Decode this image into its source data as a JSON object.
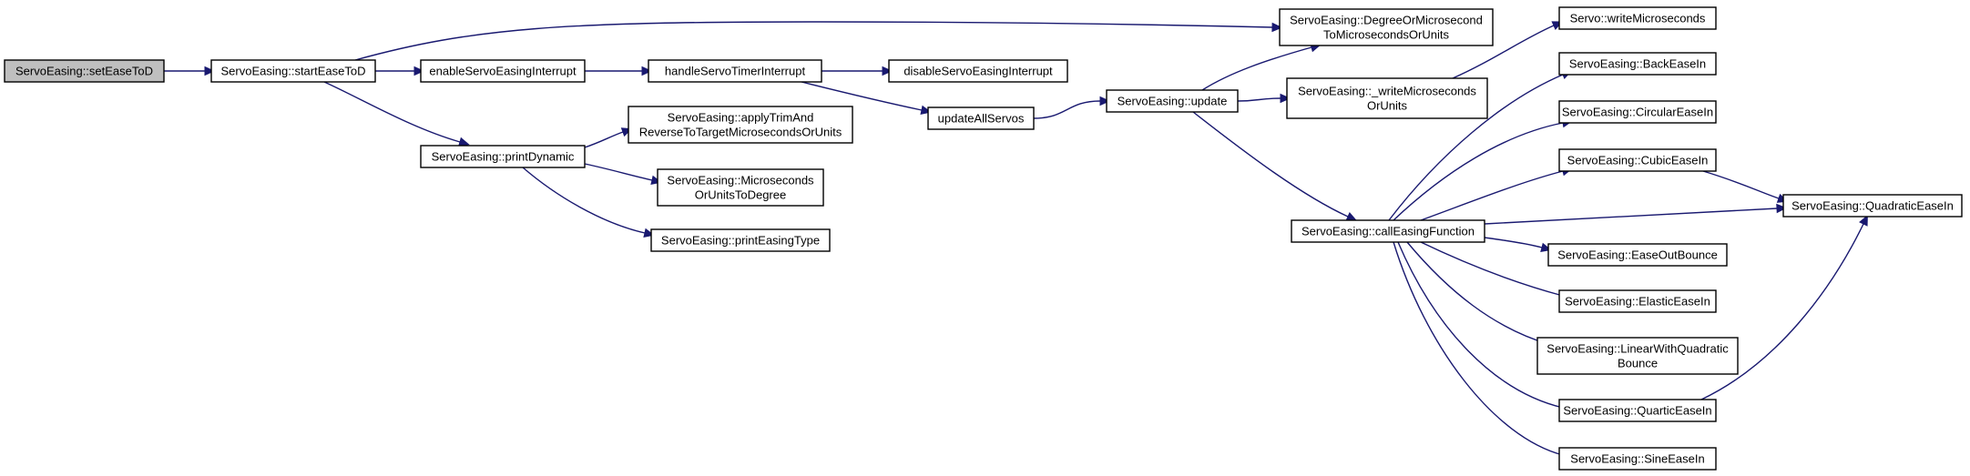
{
  "colors": {
    "edge": "#191970",
    "node_fill": "#ffffff",
    "root_fill": "#bfbfbf",
    "node_border": "#000000"
  },
  "nodes": {
    "setEaseToD": {
      "lines": [
        "ServoEasing::setEaseToD"
      ],
      "root": true
    },
    "startEaseToD": {
      "lines": [
        "ServoEasing::startEaseToD"
      ]
    },
    "enableServoEasingInterrupt": {
      "lines": [
        "enableServoEasingInterrupt"
      ]
    },
    "handleServoTimerInterrupt": {
      "lines": [
        "handleServoTimerInterrupt"
      ]
    },
    "disableServoEasingInterrupt": {
      "lines": [
        "disableServoEasingInterrupt"
      ]
    },
    "updateAllServos": {
      "lines": [
        "updateAllServos"
      ]
    },
    "update": {
      "lines": [
        "ServoEasing::update"
      ]
    },
    "printDynamic": {
      "lines": [
        "ServoEasing::printDynamic"
      ]
    },
    "applyTrimAndReverse": {
      "lines": [
        "ServoEasing::applyTrimAnd",
        "ReverseToTargetMicrosecondsOrUnits"
      ]
    },
    "microsecondsOrUnitsToDegree": {
      "lines": [
        "ServoEasing::Microseconds",
        "OrUnitsToDegree"
      ]
    },
    "printEasingType": {
      "lines": [
        "ServoEasing::printEasingType"
      ]
    },
    "degreeOrMicrosecond": {
      "lines": [
        "ServoEasing::DegreeOrMicrosecond",
        "ToMicrosecondsOrUnits"
      ]
    },
    "writeMicrosecondsOrUnits": {
      "lines": [
        "ServoEasing::_writeMicroseconds",
        "OrUnits"
      ]
    },
    "callEasingFunction": {
      "lines": [
        "ServoEasing::callEasingFunction"
      ]
    },
    "servoWriteMicroseconds": {
      "lines": [
        "Servo::writeMicroseconds"
      ]
    },
    "backEaseIn": {
      "lines": [
        "ServoEasing::BackEaseIn"
      ]
    },
    "circularEaseIn": {
      "lines": [
        "ServoEasing::CircularEaseIn"
      ]
    },
    "cubicEaseIn": {
      "lines": [
        "ServoEasing::CubicEaseIn"
      ]
    },
    "quadraticEaseIn": {
      "lines": [
        "ServoEasing::QuadraticEaseIn"
      ]
    },
    "easeOutBounce": {
      "lines": [
        "ServoEasing::EaseOutBounce"
      ]
    },
    "elasticEaseIn": {
      "lines": [
        "ServoEasing::ElasticEaseIn"
      ]
    },
    "linearWithQuadraticBounce": {
      "lines": [
        "ServoEasing::LinearWithQuadratic",
        "Bounce"
      ]
    },
    "quarticEaseIn": {
      "lines": [
        "ServoEasing::QuarticEaseIn"
      ]
    },
    "sineEaseIn": {
      "lines": [
        "ServoEasing::SineEaseIn"
      ]
    }
  },
  "edges": [
    [
      "setEaseToD",
      "startEaseToD"
    ],
    [
      "startEaseToD",
      "degreeOrMicrosecond"
    ],
    [
      "startEaseToD",
      "enableServoEasingInterrupt"
    ],
    [
      "startEaseToD",
      "printDynamic"
    ],
    [
      "enableServoEasingInterrupt",
      "handleServoTimerInterrupt"
    ],
    [
      "handleServoTimerInterrupt",
      "disableServoEasingInterrupt"
    ],
    [
      "handleServoTimerInterrupt",
      "updateAllServos"
    ],
    [
      "updateAllServos",
      "update"
    ],
    [
      "update",
      "degreeOrMicrosecond"
    ],
    [
      "update",
      "writeMicrosecondsOrUnits"
    ],
    [
      "update",
      "callEasingFunction"
    ],
    [
      "writeMicrosecondsOrUnits",
      "servoWriteMicroseconds"
    ],
    [
      "printDynamic",
      "applyTrimAndReverse"
    ],
    [
      "printDynamic",
      "microsecondsOrUnitsToDegree"
    ],
    [
      "printDynamic",
      "printEasingType"
    ],
    [
      "callEasingFunction",
      "backEaseIn"
    ],
    [
      "callEasingFunction",
      "circularEaseIn"
    ],
    [
      "callEasingFunction",
      "cubicEaseIn"
    ],
    [
      "callEasingFunction",
      "quadraticEaseIn"
    ],
    [
      "callEasingFunction",
      "easeOutBounce"
    ],
    [
      "callEasingFunction",
      "elasticEaseIn"
    ],
    [
      "callEasingFunction",
      "linearWithQuadraticBounce"
    ],
    [
      "callEasingFunction",
      "quarticEaseIn"
    ],
    [
      "callEasingFunction",
      "sineEaseIn"
    ],
    [
      "cubicEaseIn",
      "quadraticEaseIn"
    ],
    [
      "quarticEaseIn",
      "quadraticEaseIn"
    ]
  ]
}
